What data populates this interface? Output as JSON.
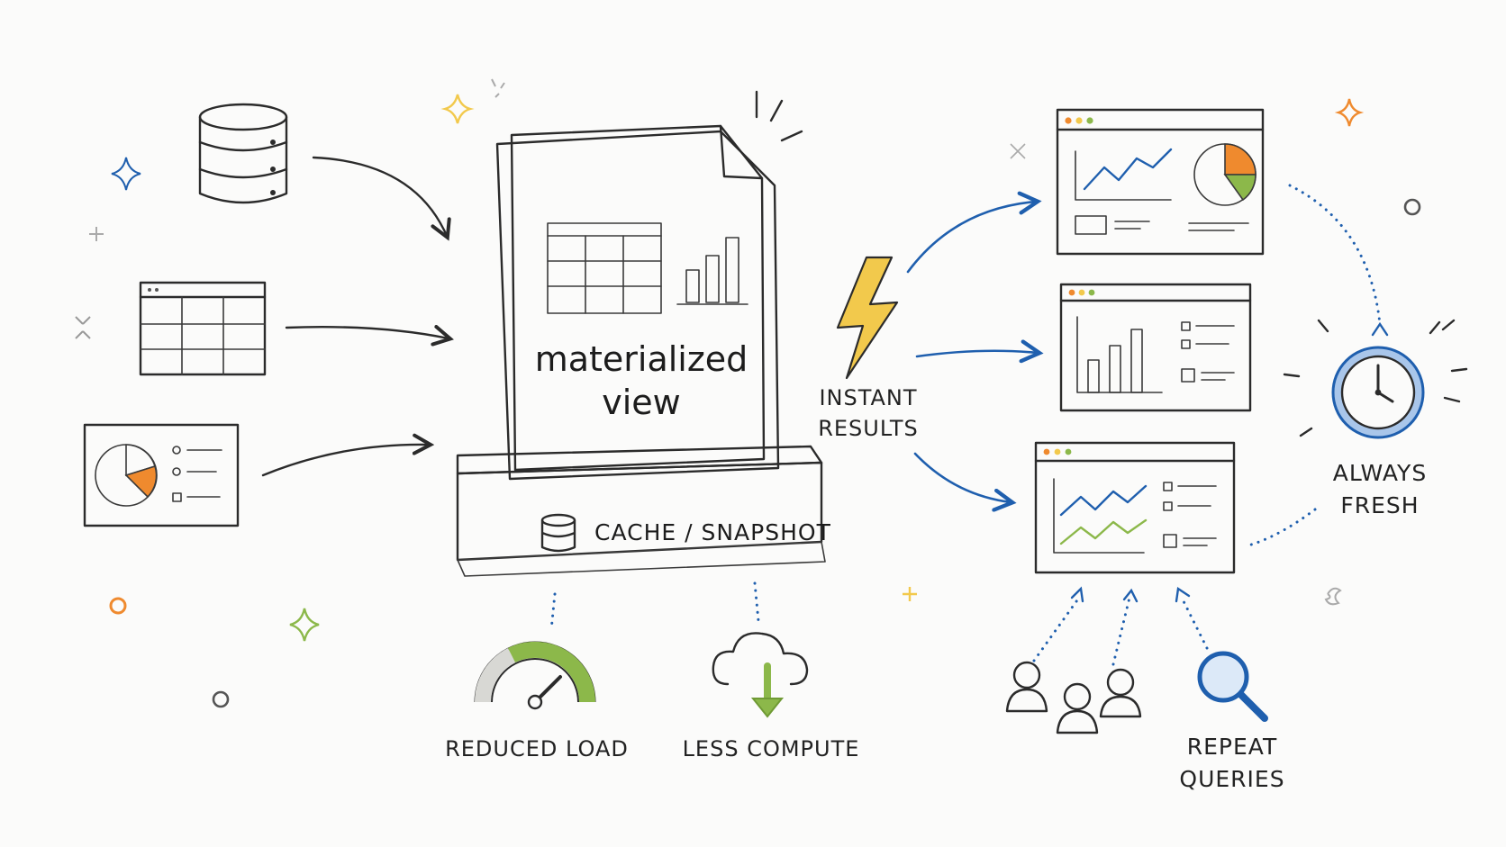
{
  "center": {
    "title_line1": "materialized",
    "title_line2": "view",
    "base_label": "CACHE / SNAPSHOT"
  },
  "labels": {
    "instant_line1": "INSTANT",
    "instant_line2": "RESULTS",
    "reduced_load": "REDUCED LOAD",
    "less_compute": "LESS COMPUTE",
    "always_line1": "ALWAYS",
    "always_line2": "FRESH",
    "repeat_line1": "REPEAT",
    "repeat_line2": "QUERIES"
  },
  "colors": {
    "ink": "#2b2b2b",
    "blue": "#1f5fae",
    "base_fill": "#a9c6ea",
    "green": "#8cb84a",
    "orange": "#ef8a2e",
    "yellow": "#f2c94c"
  },
  "icons": [
    "database-icon",
    "table-icon",
    "pie-report-icon",
    "lightning-icon",
    "gauge-icon",
    "cloud-download-icon",
    "clock-icon",
    "users-icon",
    "magnifier-icon",
    "dashboard-icon"
  ]
}
